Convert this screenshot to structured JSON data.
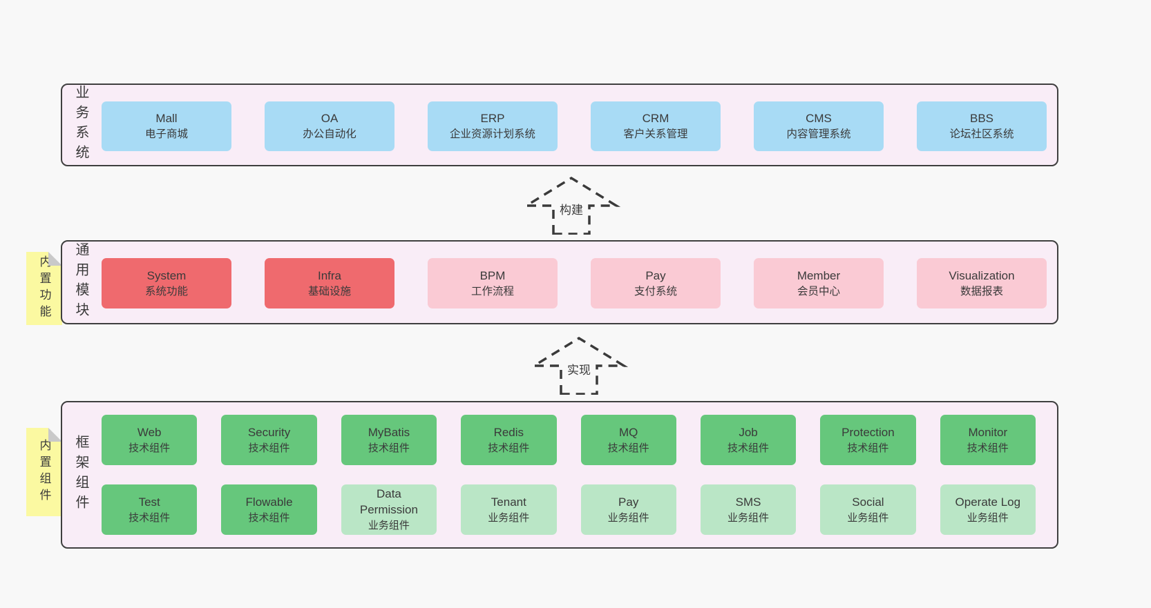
{
  "colors": {
    "page_bg": "#f8f8f8",
    "panel_bg": "#f9edf7",
    "panel_border": "#3f3f3f",
    "blue": "#a8dbf5",
    "red": "#ef6a6e",
    "pink": "#facad4",
    "green": "#66c77c",
    "light_green": "#bae6c6",
    "note_yellow": "#fbf9a1",
    "note_fold": "#c9c9c9",
    "text": "#3a3a3a"
  },
  "arrows": [
    {
      "label": "构建"
    },
    {
      "label": "实现"
    }
  ],
  "notes": [
    {
      "label": "内置功能"
    },
    {
      "label": "内置组件"
    }
  ],
  "layers": [
    {
      "label": "业务系统",
      "items": [
        {
          "name": "Mall",
          "desc": "电子商城",
          "variant": "blue"
        },
        {
          "name": "OA",
          "desc": "办公自动化",
          "variant": "blue"
        },
        {
          "name": "ERP",
          "desc": "企业资源计划系统",
          "variant": "blue"
        },
        {
          "name": "CRM",
          "desc": "客户关系管理",
          "variant": "blue"
        },
        {
          "name": "CMS",
          "desc": "内容管理系统",
          "variant": "blue"
        },
        {
          "name": "BBS",
          "desc": "论坛社区系统",
          "variant": "blue"
        }
      ]
    },
    {
      "label": "通用模块",
      "items": [
        {
          "name": "System",
          "desc": "系统功能",
          "variant": "red"
        },
        {
          "name": "Infra",
          "desc": "基础设施",
          "variant": "red"
        },
        {
          "name": "BPM",
          "desc": "工作流程",
          "variant": "pink"
        },
        {
          "name": "Pay",
          "desc": "支付系统",
          "variant": "pink"
        },
        {
          "name": "Member",
          "desc": "会员中心",
          "variant": "pink"
        },
        {
          "name": "Visualization",
          "desc": "数据报表",
          "variant": "pink"
        }
      ]
    },
    {
      "label": "框架组件",
      "rows": [
        [
          {
            "name": "Web",
            "desc": "技术组件",
            "variant": "green"
          },
          {
            "name": "Security",
            "desc": "技术组件",
            "variant": "green"
          },
          {
            "name": "MyBatis",
            "desc": "技术组件",
            "variant": "green"
          },
          {
            "name": "Redis",
            "desc": "技术组件",
            "variant": "green"
          },
          {
            "name": "MQ",
            "desc": "技术组件",
            "variant": "green"
          },
          {
            "name": "Job",
            "desc": "技术组件",
            "variant": "green"
          },
          {
            "name": "Protection",
            "desc": "技术组件",
            "variant": "green"
          },
          {
            "name": "Monitor",
            "desc": "技术组件",
            "variant": "green"
          }
        ],
        [
          {
            "name": "Test",
            "desc": "技术组件",
            "variant": "green"
          },
          {
            "name": "Flowable",
            "desc": "技术组件",
            "variant": "green"
          },
          {
            "name": "Data Permission",
            "desc": "业务组件",
            "variant": "light-green"
          },
          {
            "name": "Tenant",
            "desc": "业务组件",
            "variant": "light-green"
          },
          {
            "name": "Pay",
            "desc": "业务组件",
            "variant": "light-green"
          },
          {
            "name": "SMS",
            "desc": "业务组件",
            "variant": "light-green"
          },
          {
            "name": "Social",
            "desc": "业务组件",
            "variant": "light-green"
          },
          {
            "name": "Operate Log",
            "desc": "业务组件",
            "variant": "light-green"
          }
        ]
      ]
    }
  ]
}
